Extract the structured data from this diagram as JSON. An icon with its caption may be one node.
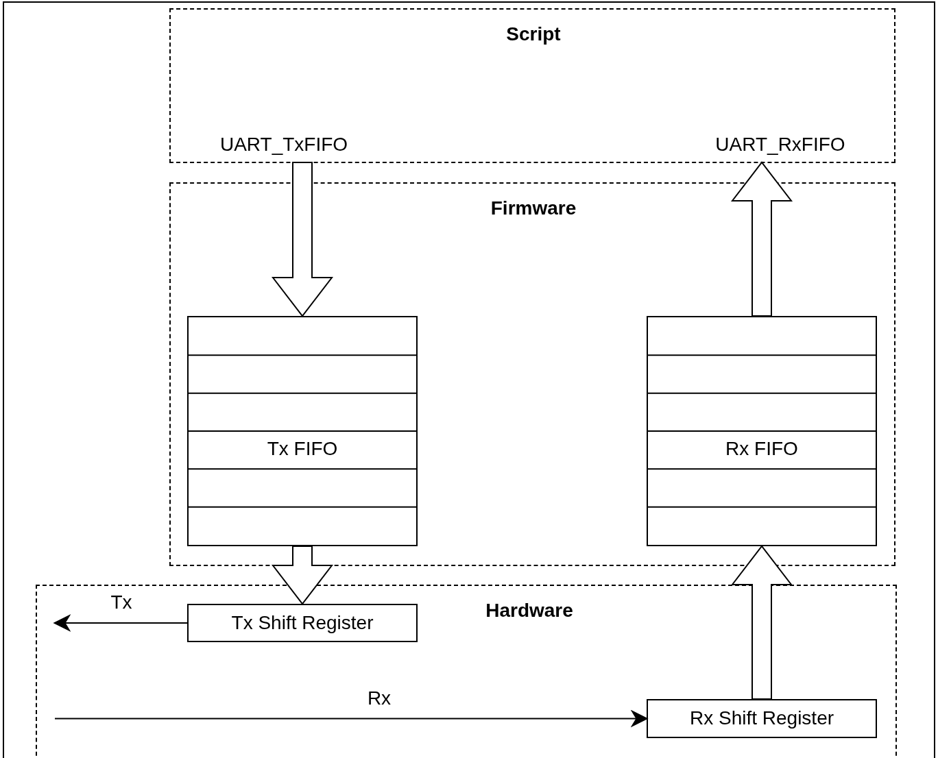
{
  "diagram": {
    "nodes": [
      {
        "text": [
          "Script"
        ]
      },
      {
        "text": [
          "UART_TxFIFO"
        ],
        "in": 0
      },
      {
        "text": [
          "UART_RxFIFO"
        ],
        "in": 0
      },
      {
        "text": [
          "Firmware"
        ]
      },
      {
        "text": [
          "Tx FIFO"
        ],
        "in": 3
      },
      {
        "text": [
          "Rx FIFO"
        ],
        "in": 3
      },
      {
        "text": [
          "Hardware"
        ]
      },
      {
        "text": [
          "Tx Shift Register"
        ],
        "in": 6
      },
      {
        "text": [
          "Rx Shift Register"
        ],
        "in": 6
      }
    ],
    "edges": [
      {
        "from": 1,
        "to": 4,
        "arrow": "to",
        "style": "thick"
      },
      {
        "from": 5,
        "to": 2,
        "arrow": "to",
        "style": "thick"
      },
      {
        "from": 4,
        "to": 7,
        "arrow": "to",
        "style": "thick"
      },
      {
        "from": 8,
        "to": 5,
        "arrow": "to",
        "style": "thick"
      },
      {
        "from": 7,
        "to": null,
        "arrow": "to",
        "label": "Tx"
      },
      {
        "from": null,
        "to": 8,
        "arrow": "to",
        "label": "Rx"
      }
    ]
  }
}
